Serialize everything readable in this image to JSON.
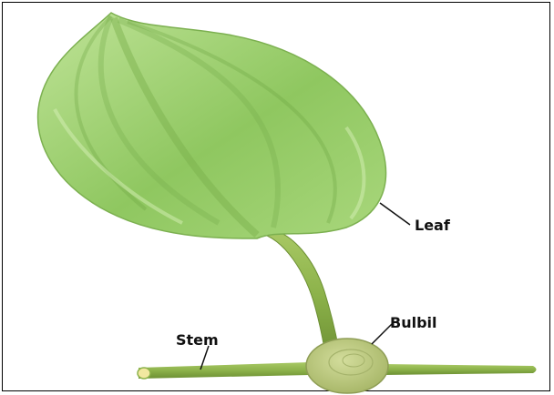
{
  "diagram": {
    "labels": {
      "leaf": "Leaf",
      "bulbil": "Bulbil",
      "stem": "Stem"
    },
    "colors": {
      "leaf_light": "#b5dd8a",
      "leaf_mid": "#8fc760",
      "leaf_dark": "#6faa45",
      "stem": "#8cb24a",
      "stem_dark": "#6c8f33",
      "bulbil": "#c2cf8a",
      "stem_tip": "#f2e8a0"
    }
  }
}
